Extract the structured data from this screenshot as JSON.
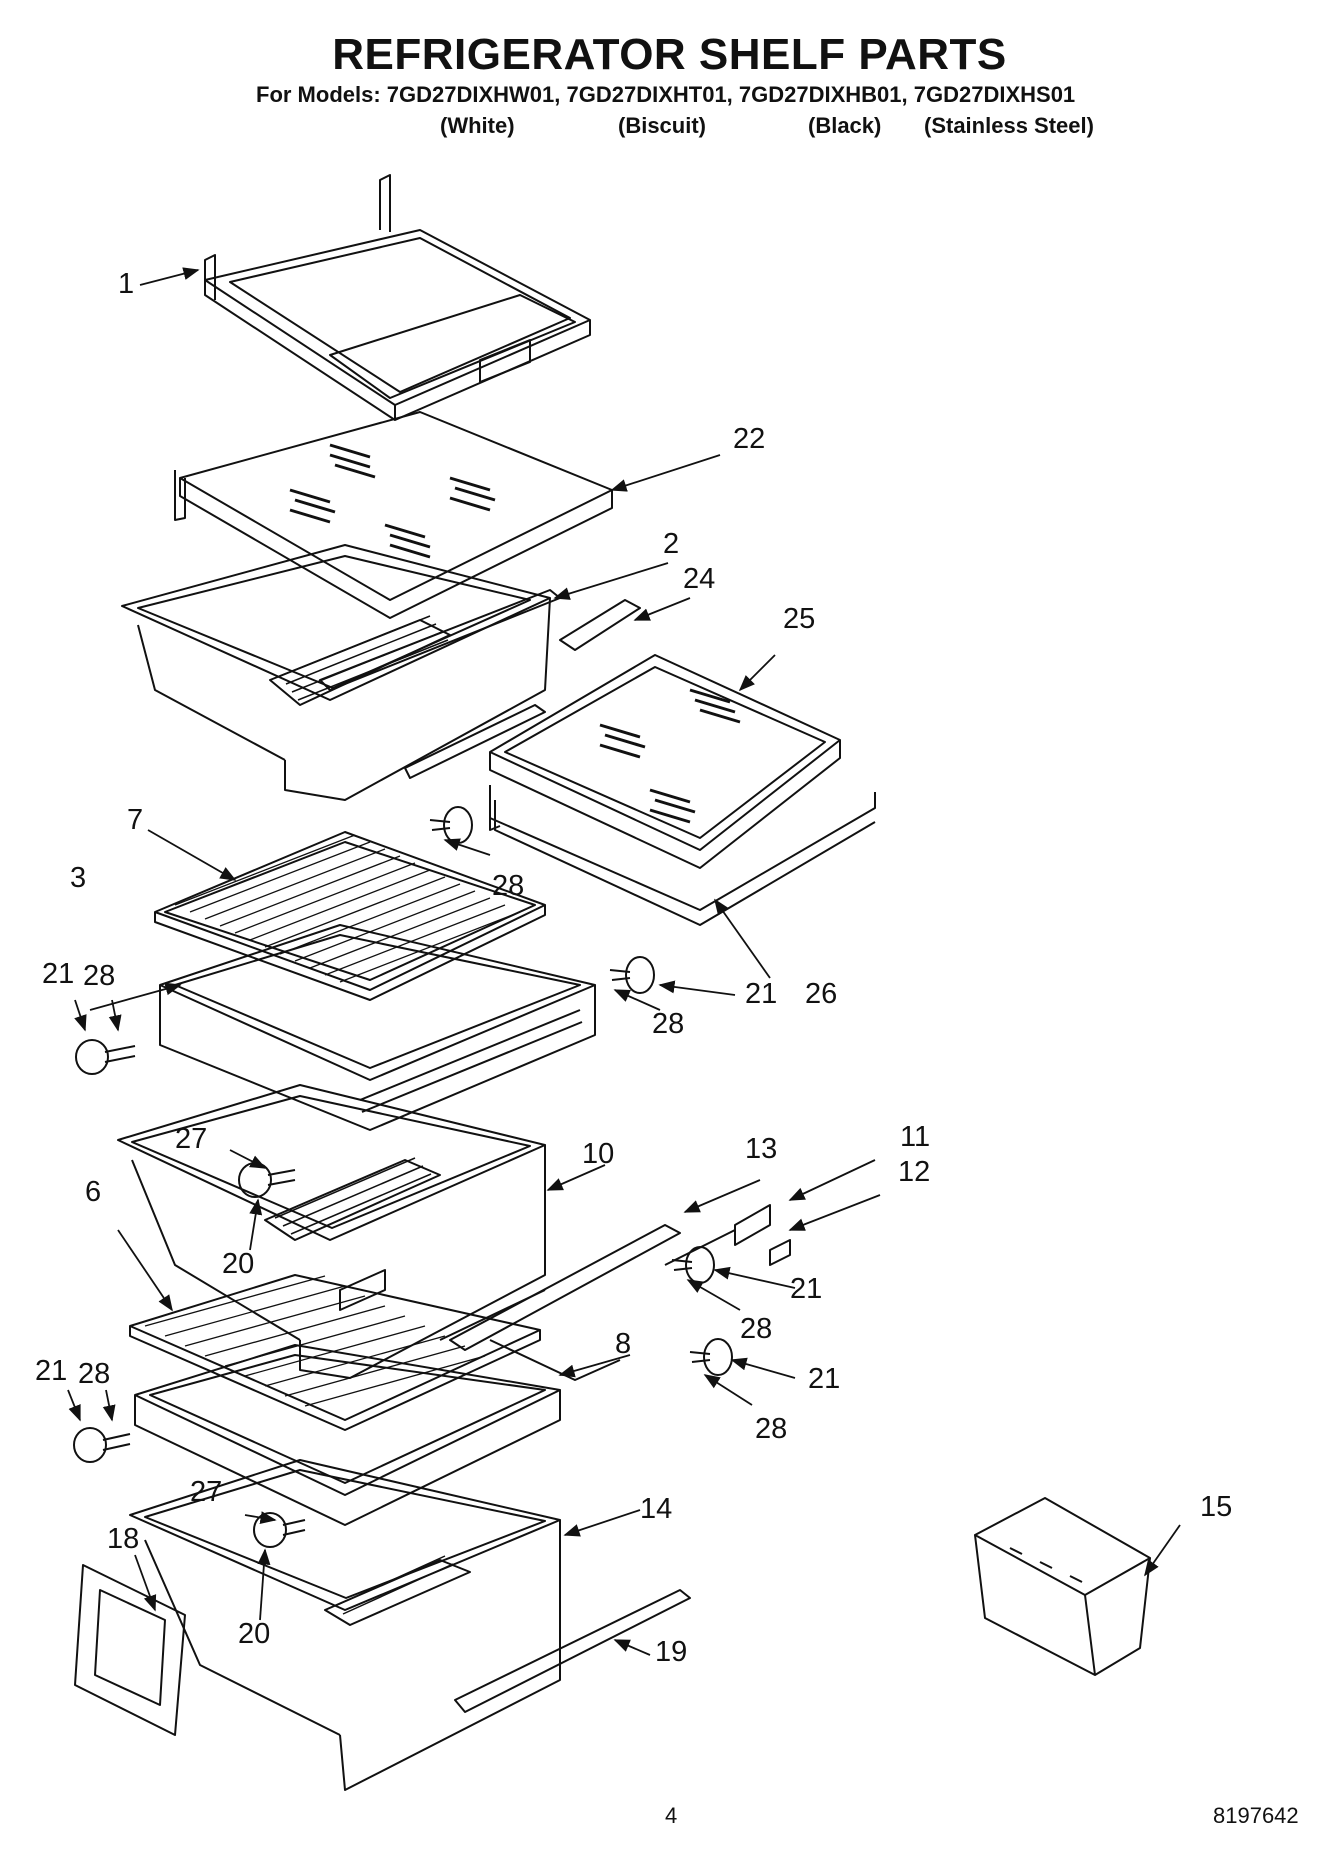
{
  "header": {
    "title": "REFRIGERATOR SHELF PARTS",
    "models": "For Models: 7GD27DIXHW01, 7GD27DIXHT01, 7GD27DIXHB01, 7GD27DIXHS01",
    "variants": [
      "(White)",
      "(Biscuit)",
      "(Black)",
      "(Stainless Steel)"
    ]
  },
  "callouts": [
    "1",
    "22",
    "2",
    "24",
    "25",
    "7",
    "28",
    "3",
    "21",
    "28",
    "21",
    "26",
    "28",
    "27",
    "10",
    "13",
    "11",
    "12",
    "6",
    "20",
    "21",
    "28",
    "8",
    "21",
    "28",
    "21",
    "28",
    "27",
    "14",
    "15",
    "18",
    "20",
    "19"
  ],
  "footer": {
    "page_number": "4",
    "doc_number": "8197642"
  }
}
